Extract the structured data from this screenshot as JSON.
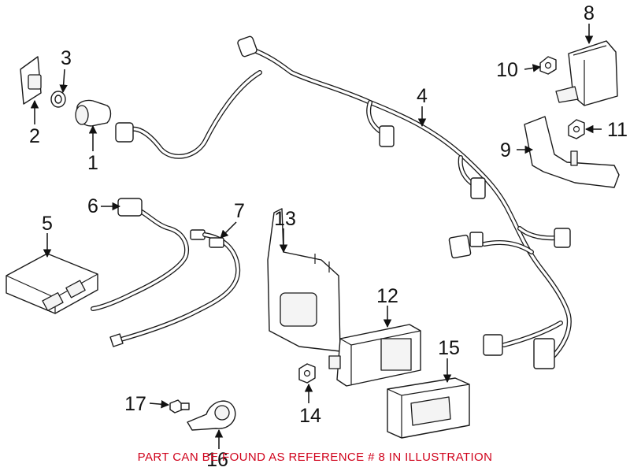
{
  "callouts": [
    {
      "id": "1",
      "label": "1"
    },
    {
      "id": "2",
      "label": "2"
    },
    {
      "id": "3",
      "label": "3"
    },
    {
      "id": "4",
      "label": "4"
    },
    {
      "id": "5",
      "label": "5"
    },
    {
      "id": "6",
      "label": "6"
    },
    {
      "id": "7",
      "label": "7"
    },
    {
      "id": "8",
      "label": "8"
    },
    {
      "id": "9",
      "label": "9"
    },
    {
      "id": "10",
      "label": "10"
    },
    {
      "id": "11",
      "label": "11"
    },
    {
      "id": "12",
      "label": "12"
    },
    {
      "id": "13",
      "label": "13"
    },
    {
      "id": "14",
      "label": "14"
    },
    {
      "id": "15",
      "label": "15"
    },
    {
      "id": "16",
      "label": "16"
    },
    {
      "id": "17",
      "label": "17"
    }
  ],
  "footer": {
    "note": "PART CAN BE FOUND AS REFERENCE # 8 IN ILLUSTRATION",
    "color": "#d0021b"
  }
}
